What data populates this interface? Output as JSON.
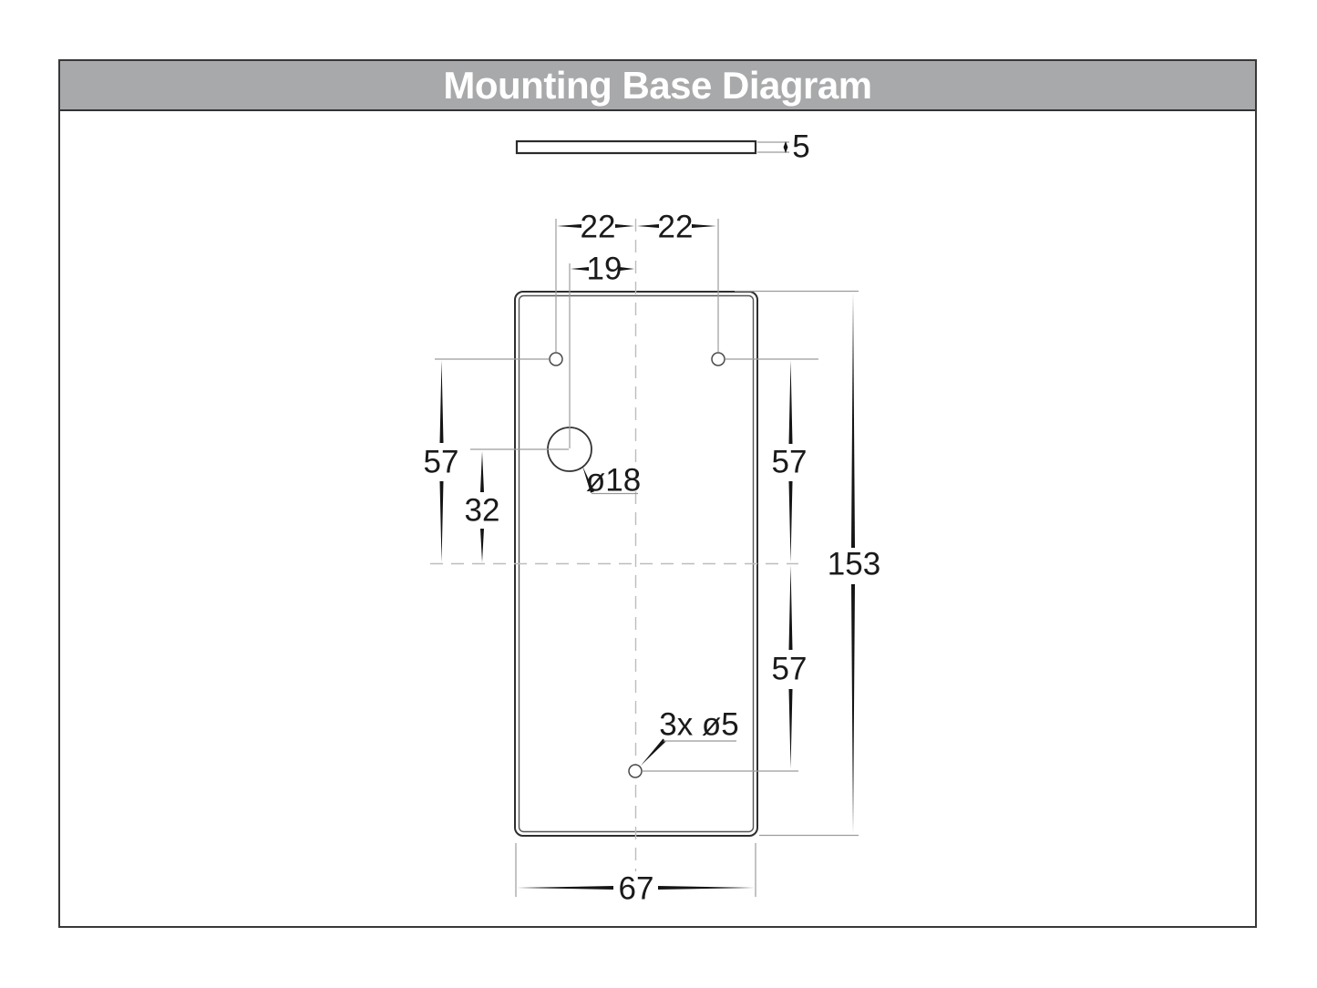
{
  "title": "Mounting Base Diagram",
  "colors": {
    "header_bg": "#a8a9ab",
    "header_text": "#ffffff",
    "frame_border": "#38383a",
    "ink": "#1a1a1a",
    "plate_outline": "#2e2e2e",
    "extension_line": "#9c9c9c",
    "centerline": "#bcbcbc"
  },
  "diagram": {
    "type": "technical-drawing",
    "labels": {
      "thickness": "5",
      "hole_left_offset": "22",
      "hole_right_offset": "22",
      "cutout_offset": "19",
      "left_upper": "57",
      "left_lower": "32",
      "cutout_diameter": "ø18",
      "right_upper": "57",
      "overall_height": "153",
      "right_lower": "57",
      "mounting_holes": "3x ø5",
      "overall_width": "67"
    }
  }
}
